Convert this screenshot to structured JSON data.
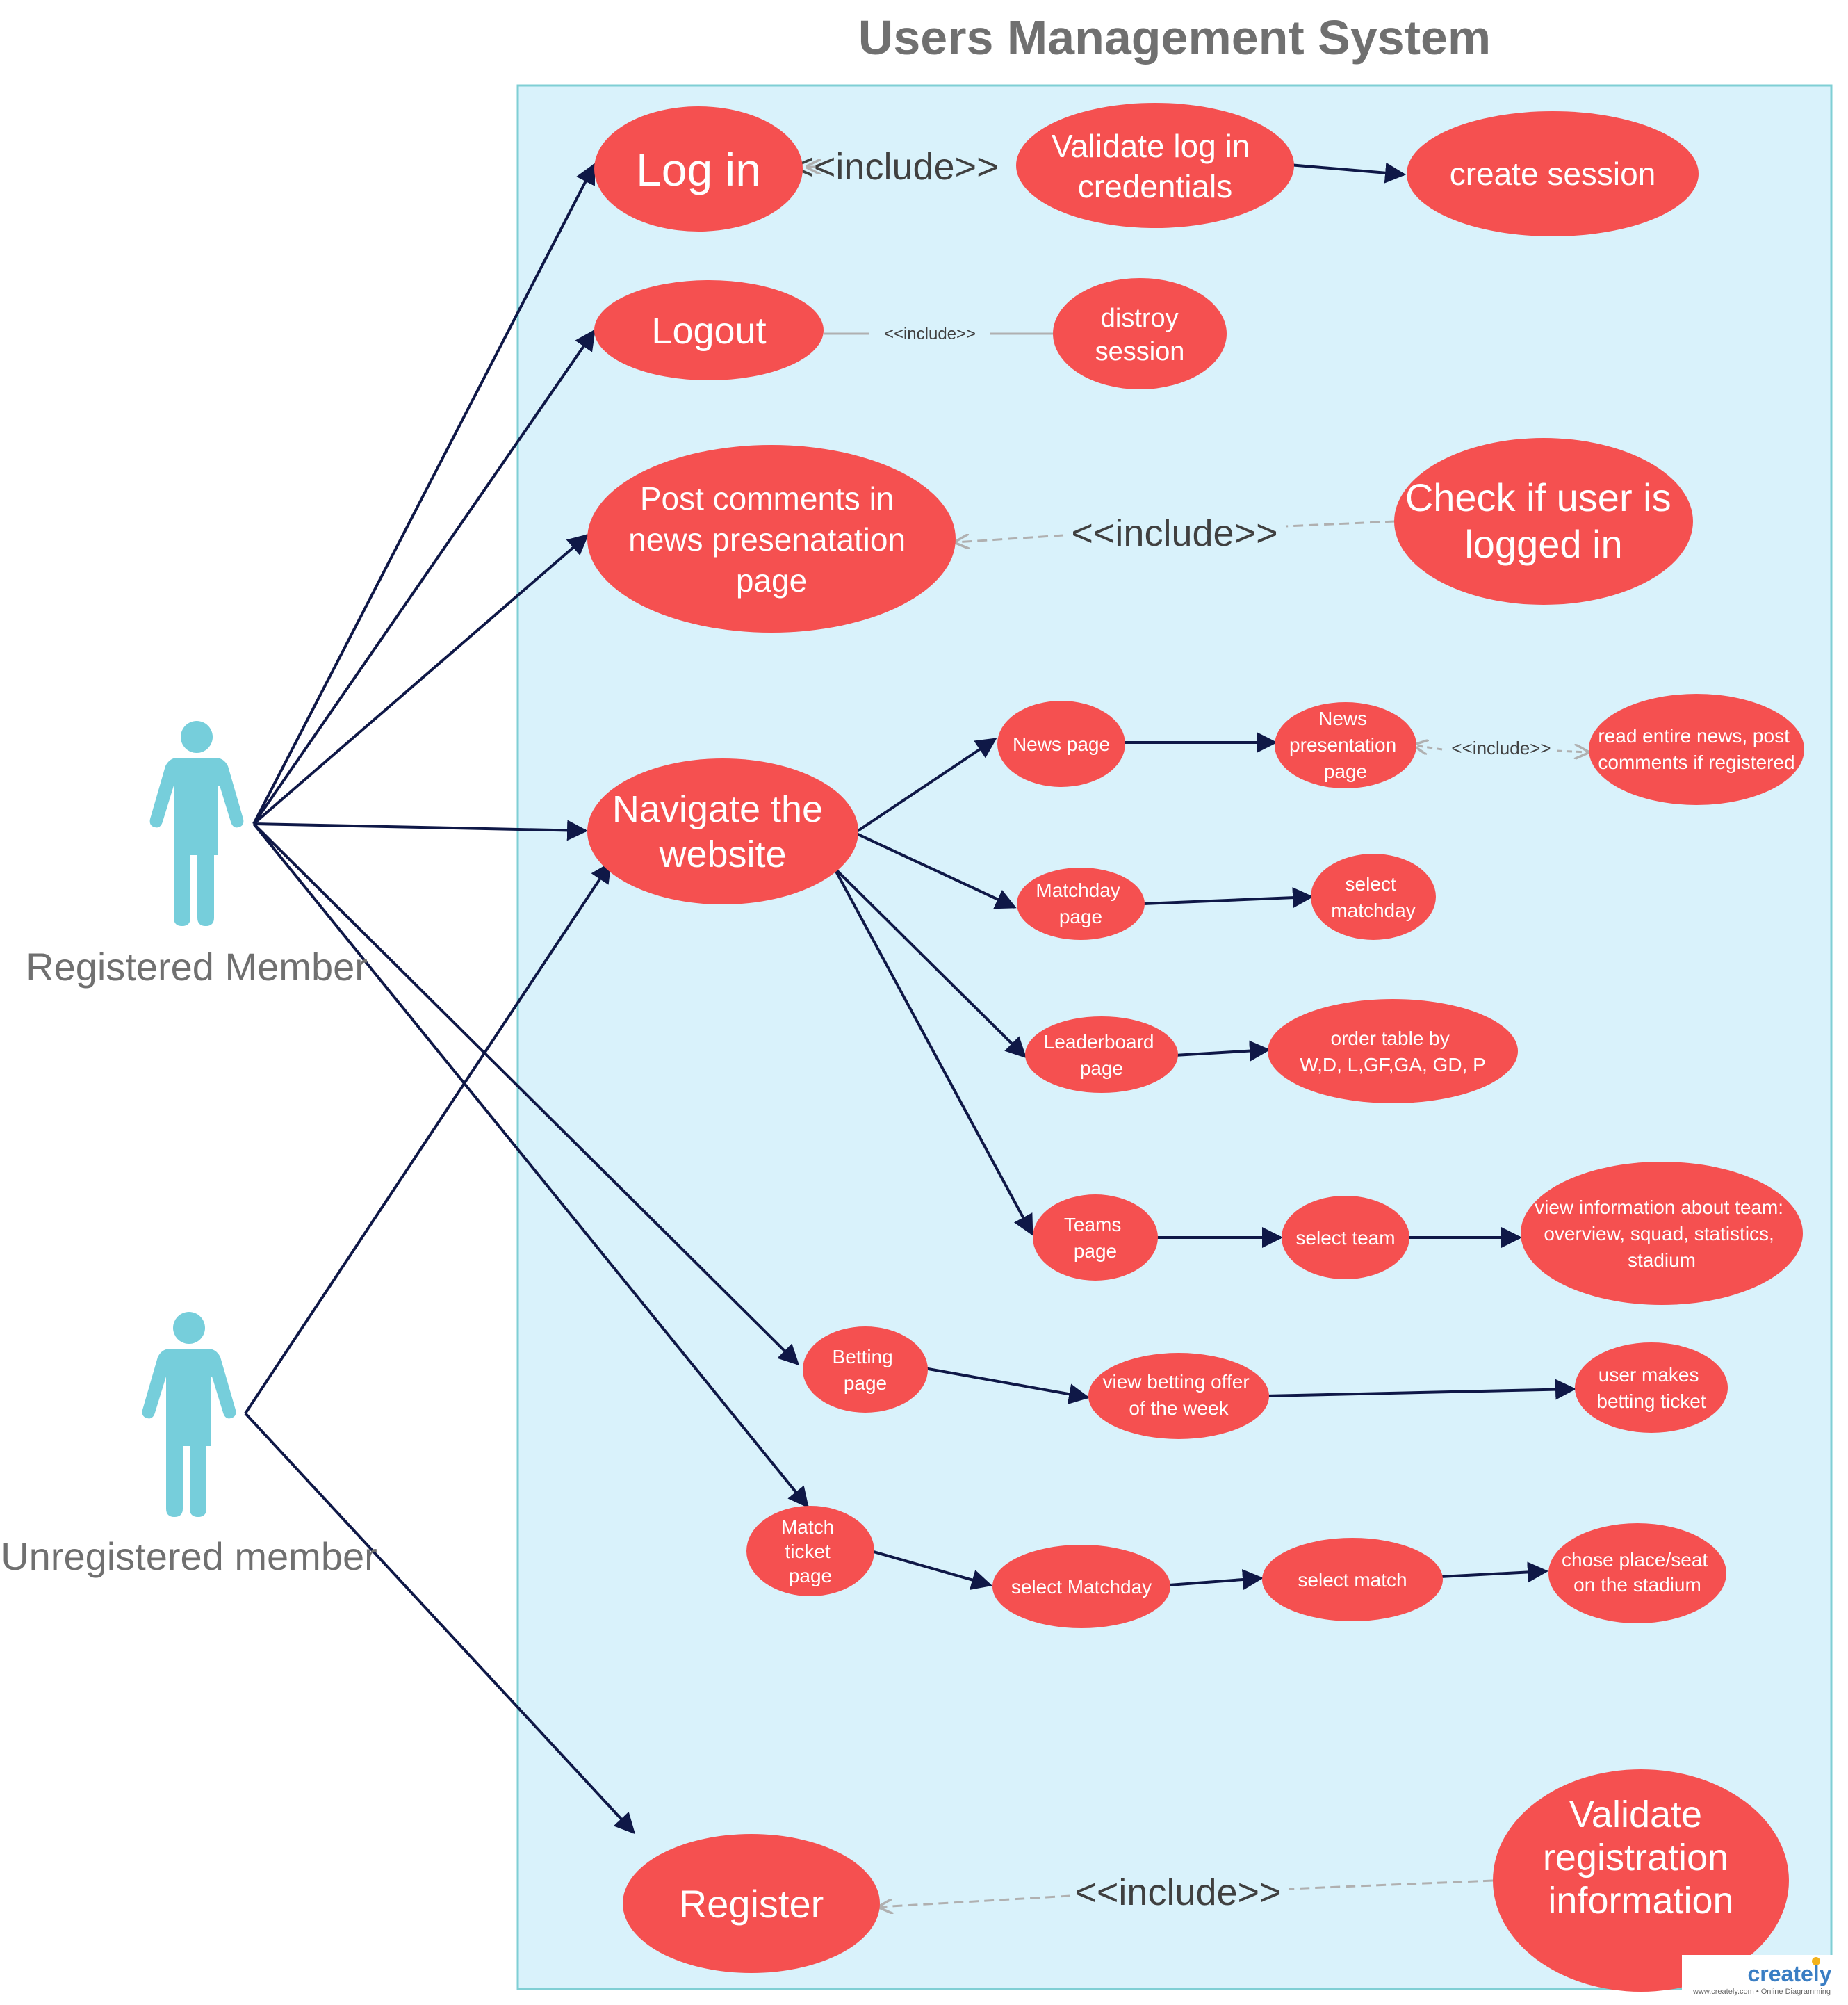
{
  "title": "Users Management System",
  "colors": {
    "system_fill": "#d9f2fb",
    "system_border": "#7fcfd4",
    "usecase": "#f55050",
    "actor": "#76cedb",
    "association": "#0f1847",
    "include_line": "#b0b0b0"
  },
  "actors": {
    "registered": {
      "label": "Registered Member",
      "icon": "person-icon"
    },
    "unregistered": {
      "label": "Unregistered member",
      "icon": "person-icon"
    }
  },
  "usecases": {
    "login": [
      "Log in"
    ],
    "validate_login": [
      "Validate log in",
      "credentials"
    ],
    "create_session": [
      "create session"
    ],
    "logout": [
      "Logout"
    ],
    "destroy_session": [
      "distroy",
      "session"
    ],
    "post_comments": [
      "Post comments in",
      "news presenatation",
      "page"
    ],
    "check_logged_in": [
      "Check if user is",
      "logged in"
    ],
    "navigate": [
      "Navigate the",
      "website"
    ],
    "news_page": [
      "News page"
    ],
    "news_presentation": [
      "News",
      "presentation",
      "page"
    ],
    "read_news": [
      "read entire news, post",
      "comments if registered"
    ],
    "matchday_page": [
      "Matchday",
      "page"
    ],
    "select_matchday": [
      "select",
      "matchday"
    ],
    "leaderboard_page": [
      "Leaderboard",
      "page"
    ],
    "order_table": [
      "order table by",
      "W,D, L,GF,GA, GD, P"
    ],
    "teams_page": [
      "Teams",
      "page"
    ],
    "select_team": [
      "select team"
    ],
    "view_team_info": [
      "view information about team:",
      "overview, squad, statistics,",
      "stadium"
    ],
    "betting_page": [
      "Betting",
      "page"
    ],
    "view_betting_offer": [
      "view betting offer",
      "of the week"
    ],
    "make_bet": [
      "user makes",
      "betting ticket"
    ],
    "match_ticket_page": [
      "Match",
      "ticket",
      "page"
    ],
    "select_matchday_ticket": [
      "select Matchday"
    ],
    "select_match": [
      "select match"
    ],
    "choose_seat": [
      "chose place/seat",
      "on the stadium"
    ],
    "register": [
      "Register"
    ],
    "validate_registration": [
      "Validate",
      "registration",
      "information"
    ]
  },
  "relations": {
    "include_label": "<<include>>"
  },
  "brand": {
    "name": "creately",
    "tagline": "www.creately.com • Online Diagramming"
  }
}
